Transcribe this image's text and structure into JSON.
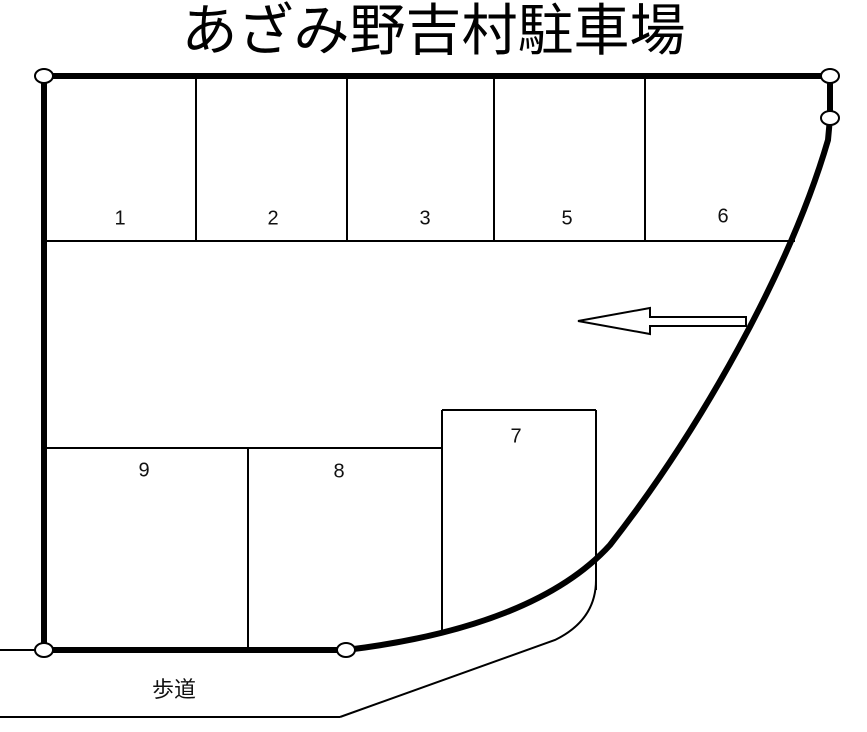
{
  "title": "あざみ野吉村駐車場",
  "colors": {
    "line": "#000000",
    "background": "#ffffff"
  },
  "spaces": [
    {
      "label": "1"
    },
    {
      "label": "2"
    },
    {
      "label": "3"
    },
    {
      "label": "5"
    },
    {
      "label": "6"
    },
    {
      "label": "7"
    },
    {
      "label": "8"
    },
    {
      "label": "9"
    }
  ],
  "sidewalk_label": "歩道",
  "direction_arrow": "left-arrow-icon"
}
